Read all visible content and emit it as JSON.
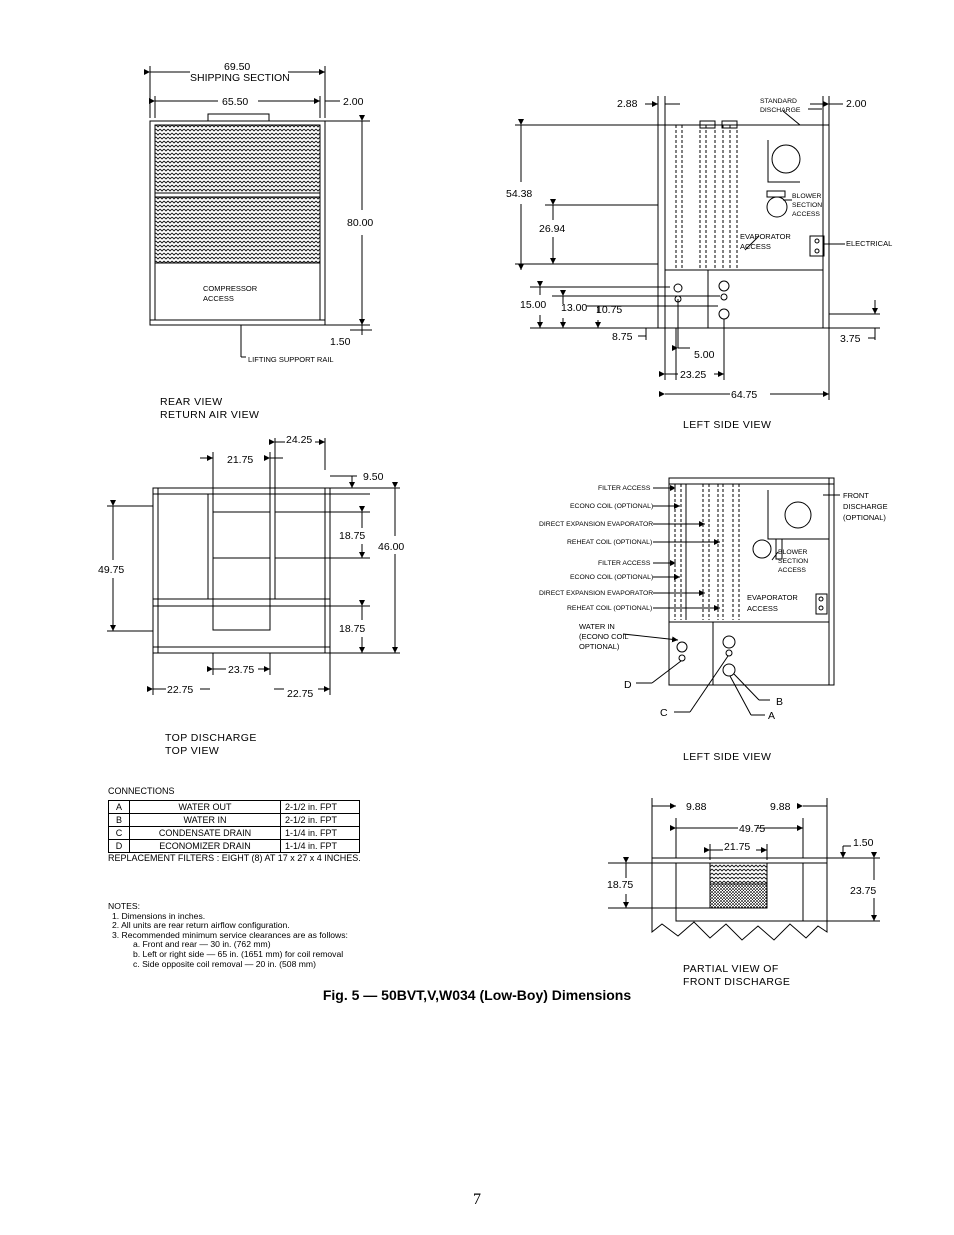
{
  "rear_view": {
    "dims": {
      "shipping": "69.50",
      "shipping_label": "SHIPPING  SECTION",
      "width": "65.50",
      "offset": "2.00",
      "height": "80.00",
      "rail": "1.50"
    },
    "labels": {
      "compressor_1": "COMPRESSOR",
      "compressor_2": "ACCESS",
      "lifting": "LIFTING  SUPPORT  RAIL"
    },
    "title_1": "REAR  VIEW",
    "title_2": "RETURN  AIR  VIEW"
  },
  "left_side_view_1": {
    "dims": {
      "left_offset": "2.88",
      "right_offset": "2.00",
      "height": "54.38",
      "mid": "26.94",
      "d15": "15.00",
      "d13": "13.00",
      "d1075": "10.75",
      "d875": "8.75",
      "d5": "5.00",
      "d2325": "23.25",
      "width": "64.75",
      "d375": "3.75"
    },
    "labels": {
      "std_1": "STANDARD",
      "std_2": "DISCHARGE",
      "blower_1": "BLOWER",
      "blower_2": "SECTION",
      "blower_3": "ACCESS",
      "evap_1": "EVAPORATOR",
      "evap_2": "ACCESS",
      "electrical": "ELECTRICAL"
    },
    "title": "LEFT  SIDE  VIEW"
  },
  "top_view": {
    "dims": {
      "d2425": "24.25",
      "d2175": "21.75",
      "d950": "9.50",
      "d4975": "49.75",
      "d1875a": "18.75",
      "d46": "46.00",
      "d1875b": "18.75",
      "d2375": "23.75",
      "d2275a": "22.75",
      "d2275b": "22.75"
    },
    "title_1": "TOP  DISCHARGE",
    "title_2": "TOP  VIEW"
  },
  "left_side_view_2": {
    "callouts": [
      "FILTER ACCESS",
      "ECONO COIL (OPTIONAL)",
      "DIRECT EXPANSION EVAPORATOR",
      "REHEAT COIL (OPTIONAL)",
      "FILTER ACCESS",
      "ECONO COIL (OPTIONAL)",
      "DIRECT EXPANSION EVAPORATOR",
      "REHEAT COIL (OPTIONAL)"
    ],
    "labels": {
      "front_1": "FRONT",
      "front_2": "DISCHARGE",
      "front_3": "(OPTIONAL)",
      "blower_1": "BLOWER",
      "blower_2": "SECTION",
      "blower_3": "ACCESS",
      "evap_1": "EVAPORATOR",
      "evap_2": "ACCESS",
      "water_1": "WATER IN",
      "water_2": "(ECONO COIL",
      "water_3": "OPTIONAL)",
      "a": "A",
      "b": "B",
      "c": "C",
      "d": "D"
    },
    "title": "LEFT  SIDE  VIEW"
  },
  "front_discharge": {
    "dims": {
      "d988a": "9.88",
      "d988b": "9.88",
      "d4975": "49.75",
      "d2175": "21.75",
      "d150": "1.50",
      "d1875": "18.75",
      "d2375": "23.75"
    },
    "title_1": "PARTIAL  VIEW  OF",
    "title_2": "FRONT  DISCHARGE"
  },
  "connections": {
    "title": "CONNECTIONS",
    "rows": [
      {
        "key": "A",
        "desc": "WATER OUT",
        "size": "2-1/2 in. FPT"
      },
      {
        "key": "B",
        "desc": "WATER IN",
        "size": "2-1/2 in. FPT"
      },
      {
        "key": "C",
        "desc": "CONDENSATE DRAIN",
        "size": "1-1/4 in. FPT"
      },
      {
        "key": "D",
        "desc": "ECONOMIZER DRAIN",
        "size": "1-1/4 in. FPT"
      }
    ],
    "filters": "REPLACEMENT FILTERS : EIGHT (8) AT 17 x 27 x 4 INCHES."
  },
  "notes": {
    "title": "NOTES:",
    "n1": "1.  Dimensions in inches.",
    "n2": "2.  All units are rear return airflow configuration.",
    "n3": "3.  Recommended minimum service clearances are as follows:",
    "n3a": "a.    Front and rear — 30 in. (762 mm)",
    "n3b": "b.    Left or right side — 65 in. (1651 mm) for coil removal",
    "n3c": "c.    Side opposite coil removal — 20 in. (508 mm)"
  },
  "caption": "Fig. 5 — 50BVT,V,W034 (Low-Boy) Dimensions",
  "page_number": "7"
}
